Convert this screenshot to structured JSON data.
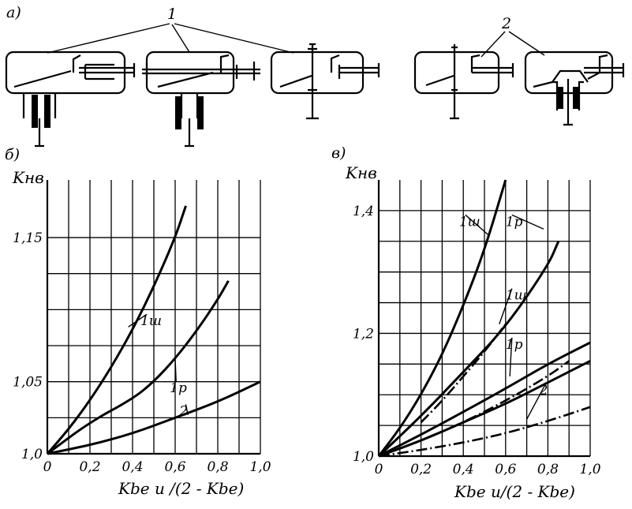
{
  "panel_labels": {
    "a": "а)",
    "b": "б)",
    "c": "в)"
  },
  "schematic_callouts": {
    "group1": "1",
    "group2": "2"
  },
  "chart_data": [
    {
      "type": "line",
      "panel": "б)",
      "ylabel": "Kнв",
      "xlabel": "Kbe и /(2 - Kbe)",
      "xlim": [
        0,
        1.0
      ],
      "ylim": [
        1.0,
        1.19
      ],
      "xticks": [
        "0",
        "0,2",
        "0,4",
        "0,6",
        "0,8",
        "1,0"
      ],
      "xtick_values": [
        0,
        0.2,
        0.4,
        0.6,
        0.8,
        1.0
      ],
      "yticks": [
        "1,0",
        "1,05",
        "1,15"
      ],
      "ytick_values": [
        1.0,
        1.05,
        1.15
      ],
      "grid": true,
      "series": [
        {
          "name": "1ш",
          "style": "solid",
          "x": [
            0,
            0.1,
            0.2,
            0.3,
            0.4,
            0.5,
            0.6,
            0.65
          ],
          "y": [
            1.0,
            1.017,
            1.037,
            1.06,
            1.086,
            1.116,
            1.15,
            1.172
          ]
        },
        {
          "name": "1р",
          "style": "solid",
          "x": [
            0,
            0.2,
            0.4,
            0.5,
            0.6,
            0.7,
            0.8,
            0.85
          ],
          "y": [
            1.0,
            1.022,
            1.038,
            1.05,
            1.066,
            1.085,
            1.107,
            1.12
          ]
        },
        {
          "name": "2",
          "style": "solid",
          "x": [
            0,
            0.2,
            0.4,
            0.6,
            0.8,
            1.0
          ],
          "y": [
            1.0,
            1.006,
            1.014,
            1.025,
            1.036,
            1.05
          ]
        }
      ]
    },
    {
      "type": "line",
      "panel": "в)",
      "ylabel": "Kнв",
      "xlabel": "Kbe и/(2 - Kbe)",
      "xlim": [
        0,
        1.0
      ],
      "ylim": [
        1.0,
        1.45
      ],
      "xticks": [
        "0",
        "0,2",
        "0,4",
        "0,6",
        "0,8",
        "1,0"
      ],
      "xtick_values": [
        0,
        0.2,
        0.4,
        0.6,
        0.8,
        1.0
      ],
      "yticks": [
        "1,0",
        "1,2",
        "1,4"
      ],
      "ytick_values": [
        1.0,
        1.2,
        1.4
      ],
      "grid": true,
      "series": [
        {
          "name": "1ш",
          "style": "solid",
          "x": [
            0,
            0.1,
            0.2,
            0.3,
            0.4,
            0.5,
            0.6
          ],
          "y": [
            1.0,
            1.045,
            1.1,
            1.165,
            1.245,
            1.335,
            1.45
          ]
        },
        {
          "name": "1р",
          "style": "solid",
          "x": [
            0,
            0.2,
            0.4,
            0.6,
            0.8,
            0.85
          ],
          "y": [
            1.0,
            1.065,
            1.137,
            1.21,
            1.31,
            1.35
          ]
        },
        {
          "name": "1ш",
          "style": "dash-dot",
          "x": [
            0.2,
            0.3,
            0.4,
            0.5,
            0.6
          ],
          "y": [
            1.055,
            1.09,
            1.13,
            1.17,
            1.215
          ]
        },
        {
          "name": "1р",
          "style": "solid",
          "x": [
            0,
            0.2,
            0.4,
            0.6,
            0.8,
            1.0
          ],
          "y": [
            1.0,
            1.035,
            1.072,
            1.11,
            1.15,
            1.185
          ]
        },
        {
          "name": "1р",
          "style": "dash-dot",
          "x": [
            0,
            0.2,
            0.4,
            0.6,
            0.8,
            0.9
          ],
          "y": [
            1.0,
            1.025,
            1.055,
            1.09,
            1.13,
            1.155
          ]
        },
        {
          "name": "2",
          "style": "solid",
          "x": [
            0,
            0.2,
            0.4,
            0.6,
            0.8,
            1.0
          ],
          "y": [
            1.0,
            1.025,
            1.055,
            1.085,
            1.12,
            1.155
          ]
        },
        {
          "name": "2",
          "style": "dash-dot",
          "x": [
            0,
            0.2,
            0.4,
            0.6,
            0.8,
            1.0
          ],
          "y": [
            1.0,
            1.01,
            1.022,
            1.037,
            1.057,
            1.08
          ]
        }
      ],
      "curve_labels": [
        "1ш",
        "1р",
        "1ш",
        "1р",
        "2"
      ]
    }
  ]
}
